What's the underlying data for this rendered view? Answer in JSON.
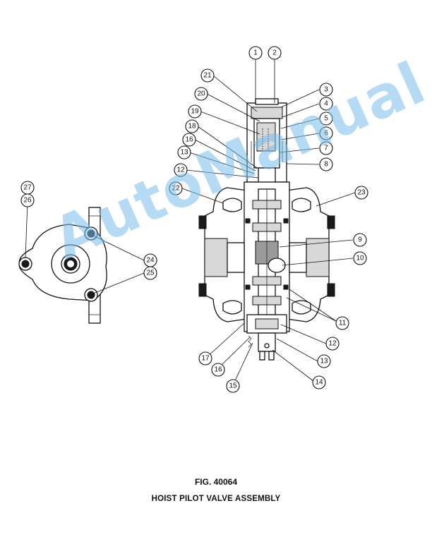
{
  "figure": {
    "number": "FIG. 40064",
    "title": "HOIST PILOT VALVE ASSEMBLY"
  },
  "watermark": {
    "text": "AutoManual",
    "color": "#78bee8"
  },
  "callouts": [
    "1",
    "2",
    "3",
    "4",
    "5",
    "6",
    "7",
    "8",
    "9",
    "10",
    "11",
    "12",
    "13",
    "14",
    "15",
    "16",
    "17",
    "18",
    "19",
    "20",
    "21",
    "22",
    "23",
    "24",
    "25",
    "26",
    "27"
  ]
}
